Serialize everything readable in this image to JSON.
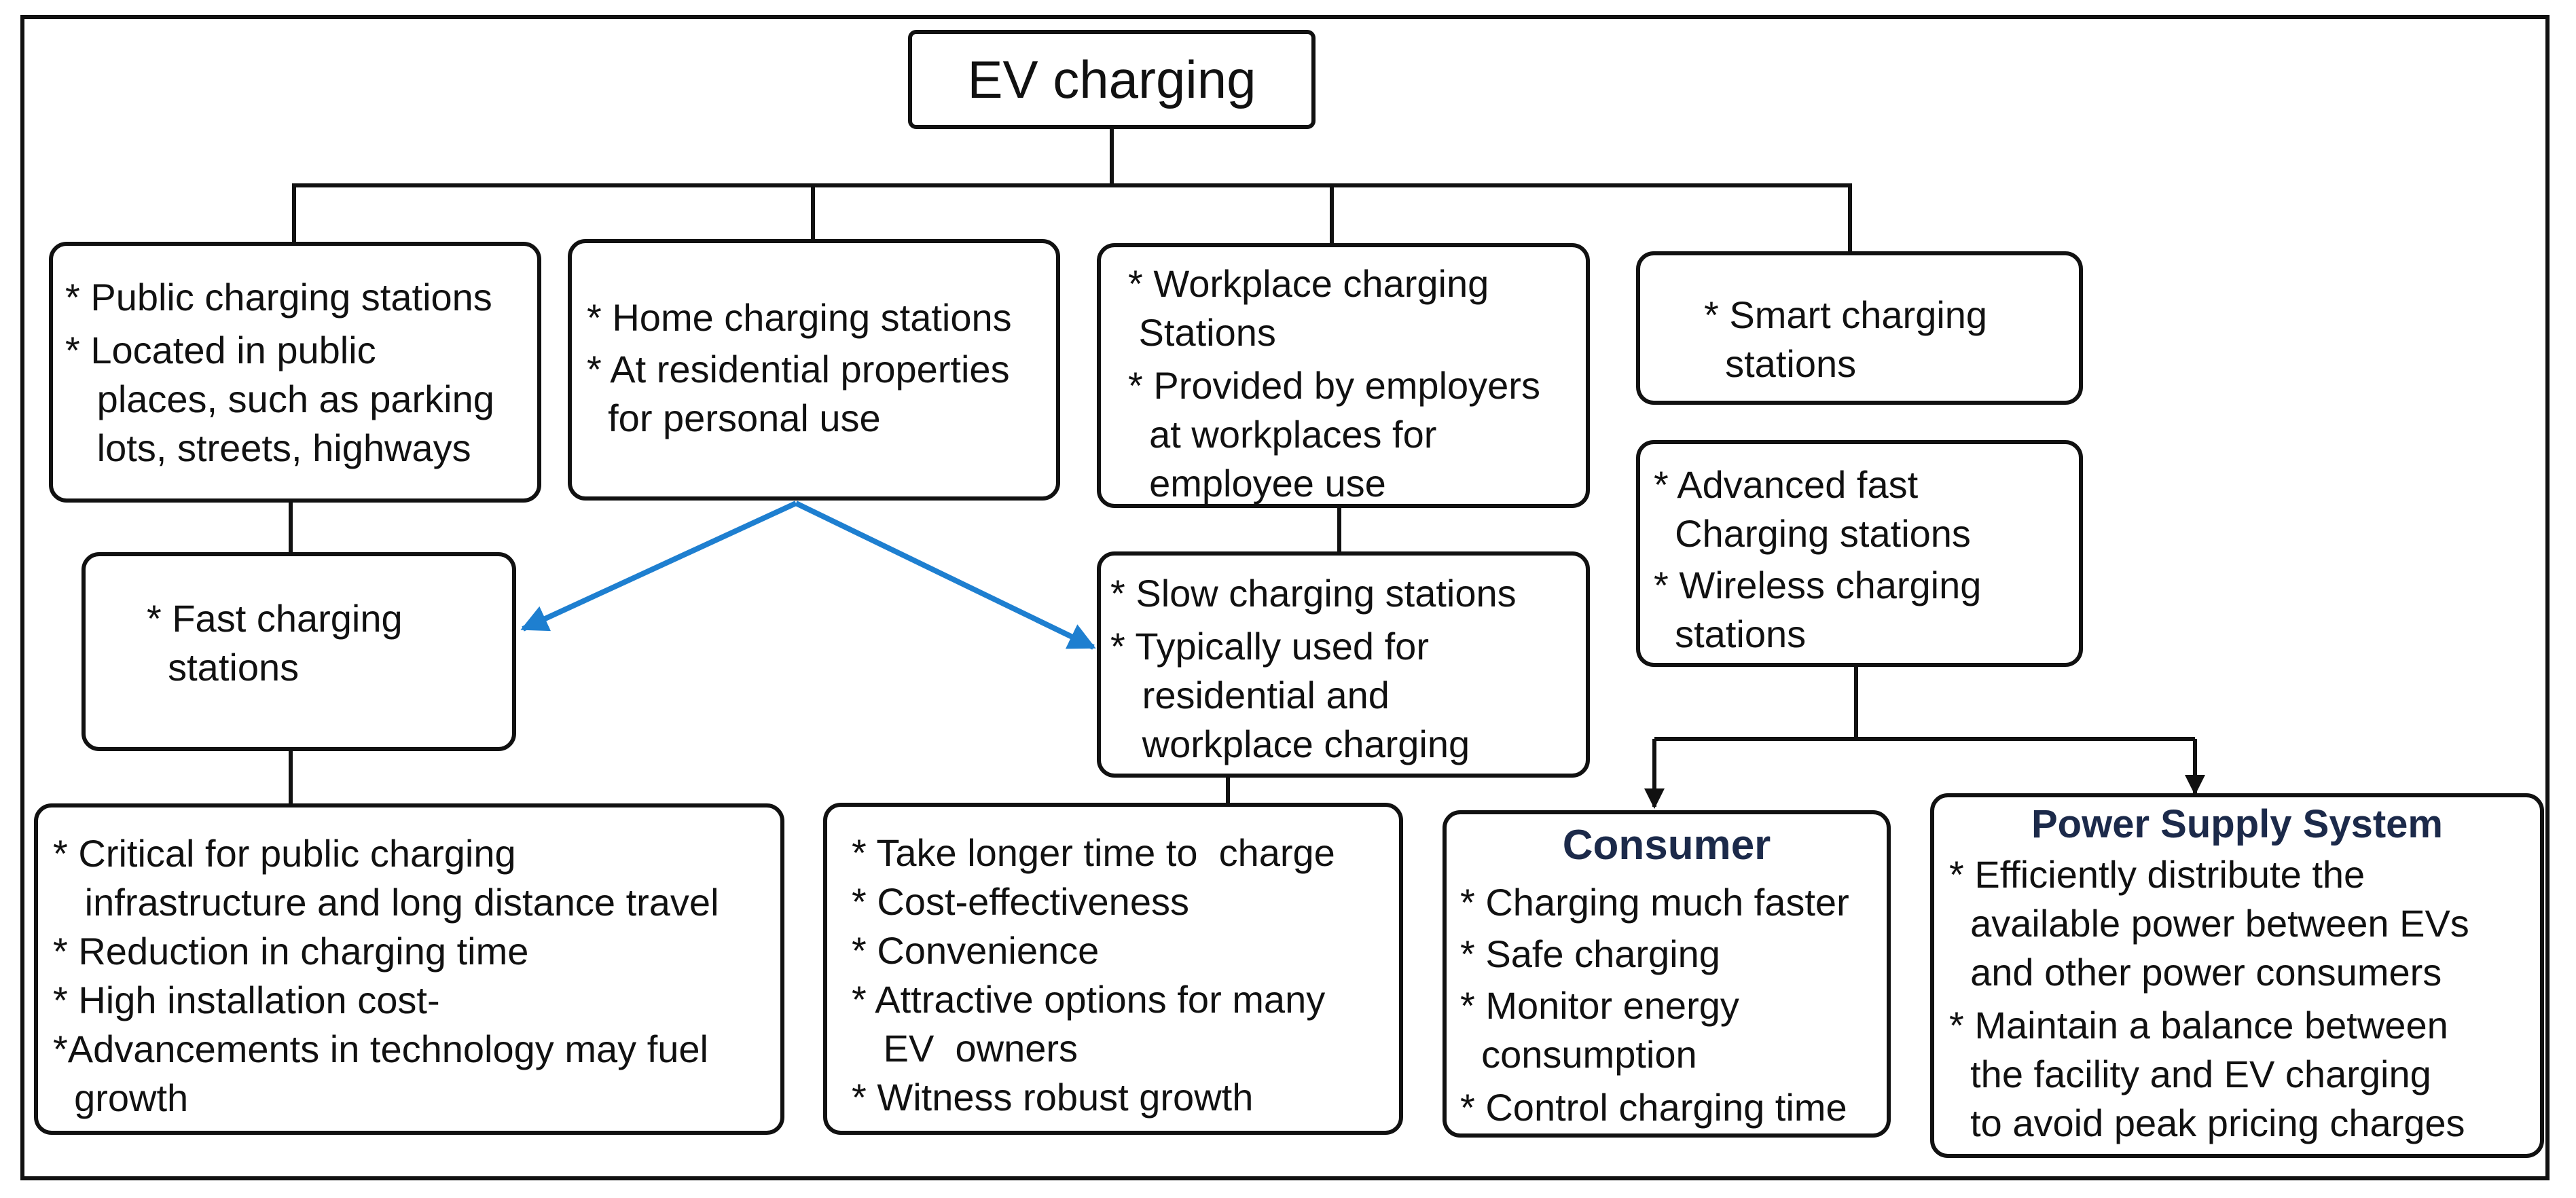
{
  "root": {
    "label": "EV charging"
  },
  "boxes": {
    "public": [
      "* Public charging stations",
      "* Located in public",
      "   places, such as parking",
      "   lots, streets, highways"
    ],
    "home": [
      "* Home charging stations",
      "* At residential properties",
      "  for personal use"
    ],
    "workplace": [
      "* Workplace charging",
      " Stations",
      "* Provided by employers",
      "  at workplaces for",
      "  employee use"
    ],
    "smart": [
      "* Smart charging",
      "  stations"
    ],
    "advanced": [
      "* Advanced fast",
      "  Charging stations",
      "* Wireless charging",
      "  stations"
    ],
    "fast": [
      "* Fast charging",
      "  stations"
    ],
    "slow": [
      "* Slow charging stations",
      "* Typically used for",
      "   residential and",
      "   workplace charging"
    ],
    "fast_details": [
      "* Critical for public charging",
      "   infrastructure and long distance travel",
      "* Reduction in charging time",
      "* High installation cost-",
      "*Advancements in technology may fuel",
      "  growth"
    ],
    "slow_details": [
      "* Take longer time to  charge",
      "* Cost-effectiveness",
      "* Convenience",
      "* Attractive options for many",
      "   EV  owners",
      "* Witness robust growth"
    ],
    "consumer": {
      "title": "Consumer",
      "lines": [
        "* Charging much faster",
        "* Safe charging",
        "* Monitor energy",
        "  consumption",
        "* Control charging time"
      ]
    },
    "power": {
      "title": "Power Supply System",
      "lines": [
        "* Efficiently distribute the",
        "  available power between EVs",
        "  and other power consumers",
        "* Maintain a balance between",
        "  the facility and EV charging",
        "  to avoid peak pricing charges"
      ]
    }
  },
  "colors": {
    "line": "#111111",
    "arrow_blue": "#1e7fd0",
    "heading": "#1c2a4a"
  }
}
